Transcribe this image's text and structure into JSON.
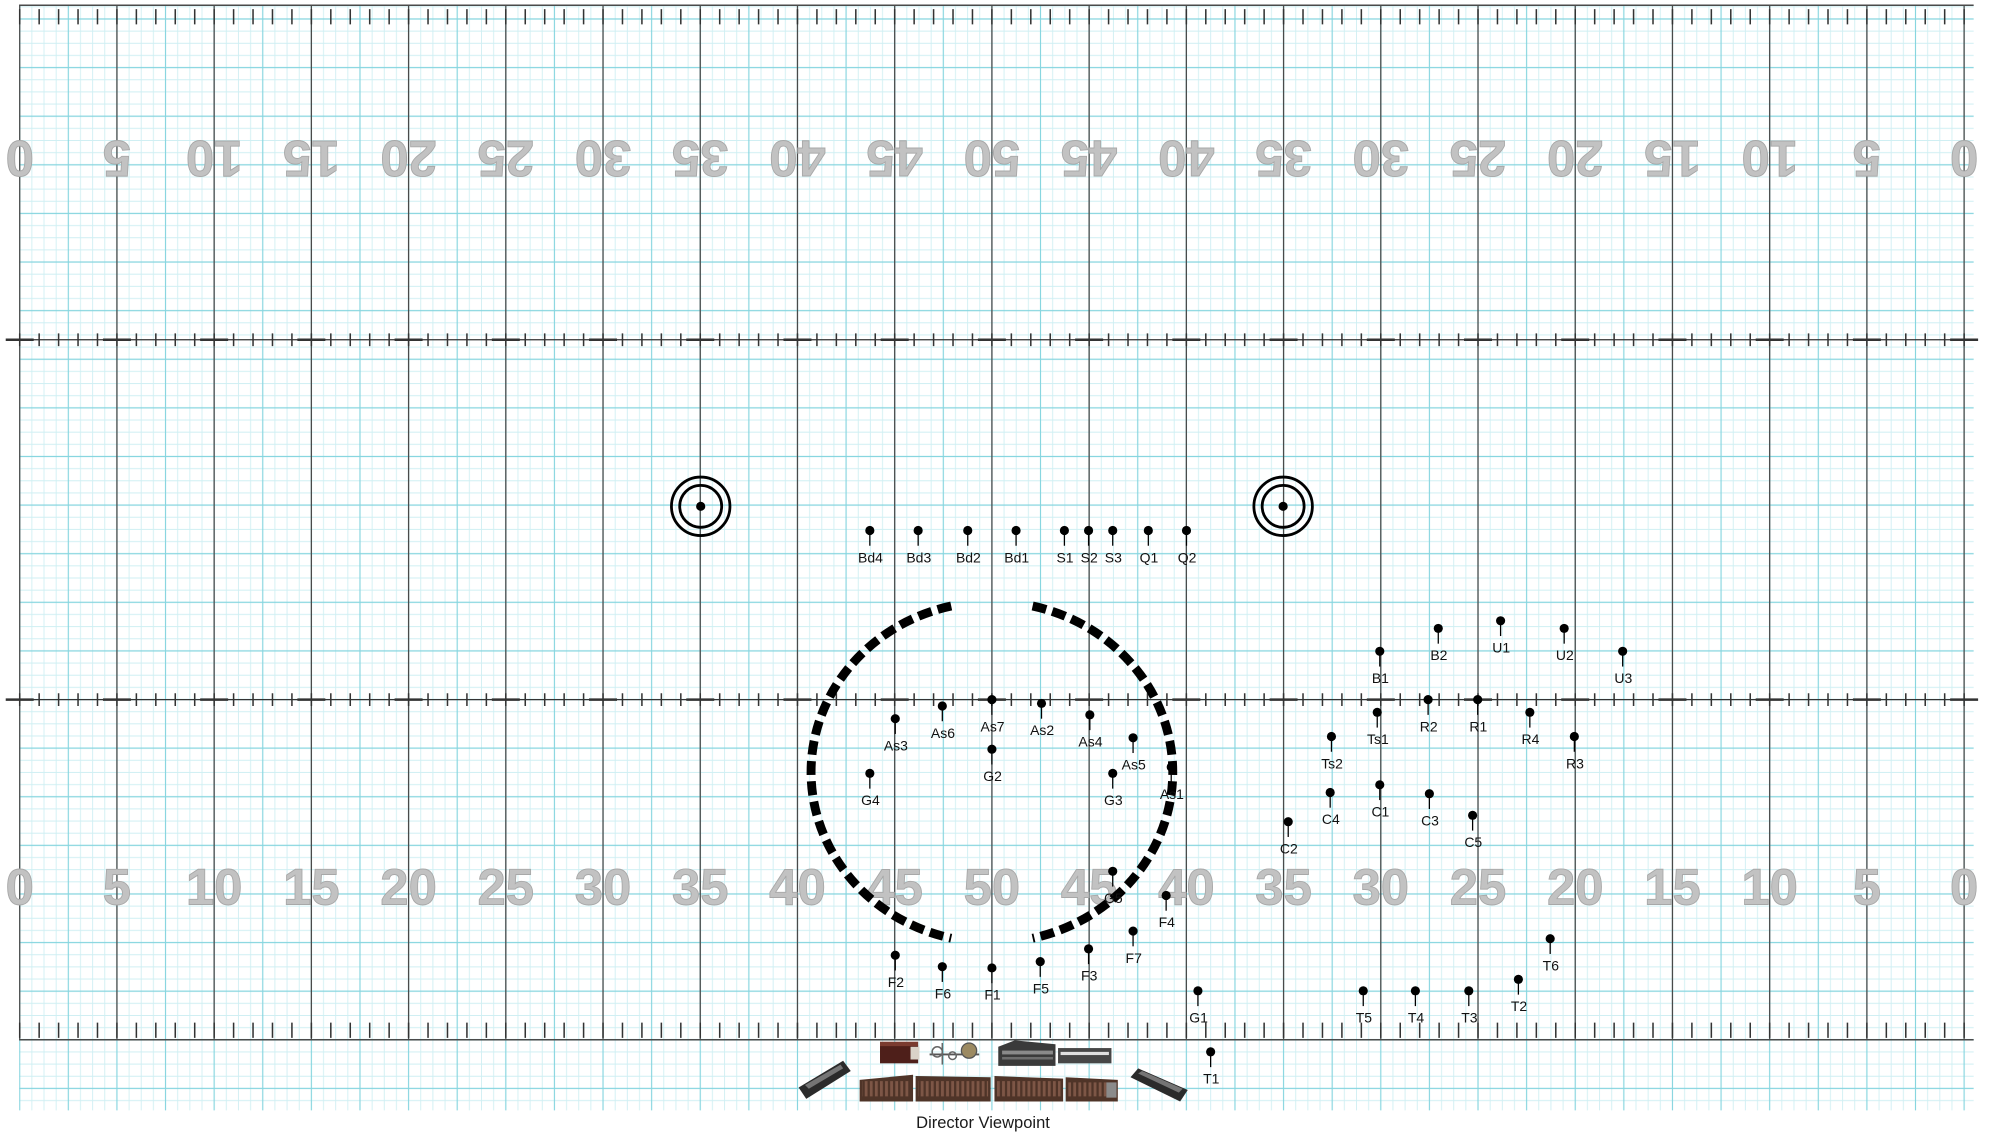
{
  "colors": {
    "grid_minor": "#cfeff3",
    "grid_major": "#86d5df",
    "yard_line": "#4a4a4a",
    "field_mark": "#333333",
    "yard_number": "#c2c2c2",
    "performer": "#000000"
  },
  "field": {
    "yard_numbers": [
      "0",
      "5",
      "10",
      "15",
      "20",
      "25",
      "30",
      "35",
      "40",
      "45",
      "50",
      "45",
      "40",
      "35",
      "30",
      "25",
      "20",
      "15",
      "10",
      "5",
      "0"
    ]
  },
  "performers": [
    "Bd4",
    "Bd3",
    "Bd2",
    "Bd1",
    "S1",
    "S2",
    "S3",
    "Q1",
    "Q2",
    "As3",
    "As6",
    "As7",
    "As2",
    "As4",
    "As5",
    "As1",
    "G4",
    "G2",
    "G3",
    "G5",
    "F4",
    "F7",
    "F3",
    "F5",
    "F1",
    "F6",
    "F2",
    "B1",
    "B2",
    "U1",
    "U2",
    "U3",
    "Ts1",
    "R2",
    "R1",
    "R4",
    "R3",
    "Ts2",
    "C1",
    "C4",
    "C3",
    "C5",
    "C2",
    "T6",
    "T2",
    "T3",
    "T4",
    "T5",
    "G1",
    "T1"
  ],
  "caption": "Director Viewpoint"
}
